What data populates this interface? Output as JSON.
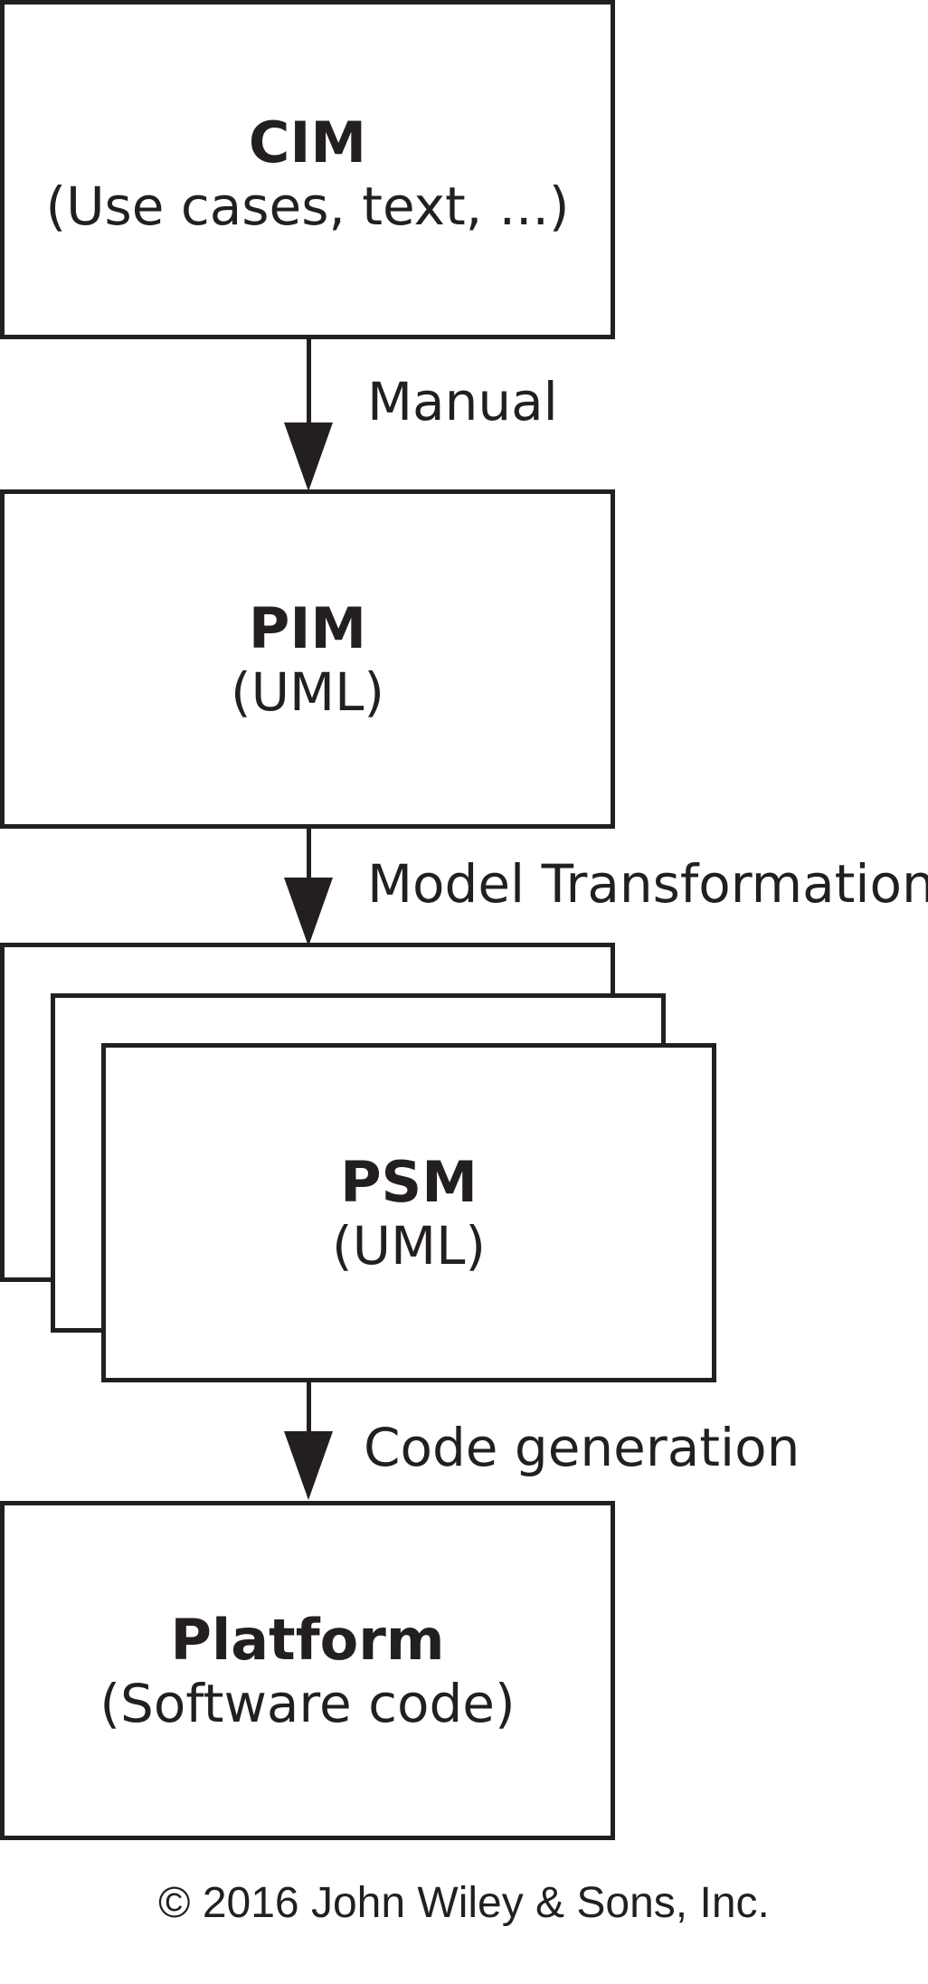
{
  "diagram": {
    "cim": {
      "title": "CIM",
      "subtitle": "(Use cases, text, ...)"
    },
    "pim": {
      "title": "PIM",
      "subtitle": "(UML)"
    },
    "psm": {
      "title": "PSM",
      "subtitle": "(UML)"
    },
    "platform": {
      "title": "Platform",
      "subtitle": "(Software code)"
    },
    "steps": {
      "manual": "Manual",
      "model_transformation": "Model Transformation",
      "code_generation": "Code generation"
    }
  },
  "footer": {
    "copyright": "© 2016 John Wiley & Sons, Inc."
  }
}
